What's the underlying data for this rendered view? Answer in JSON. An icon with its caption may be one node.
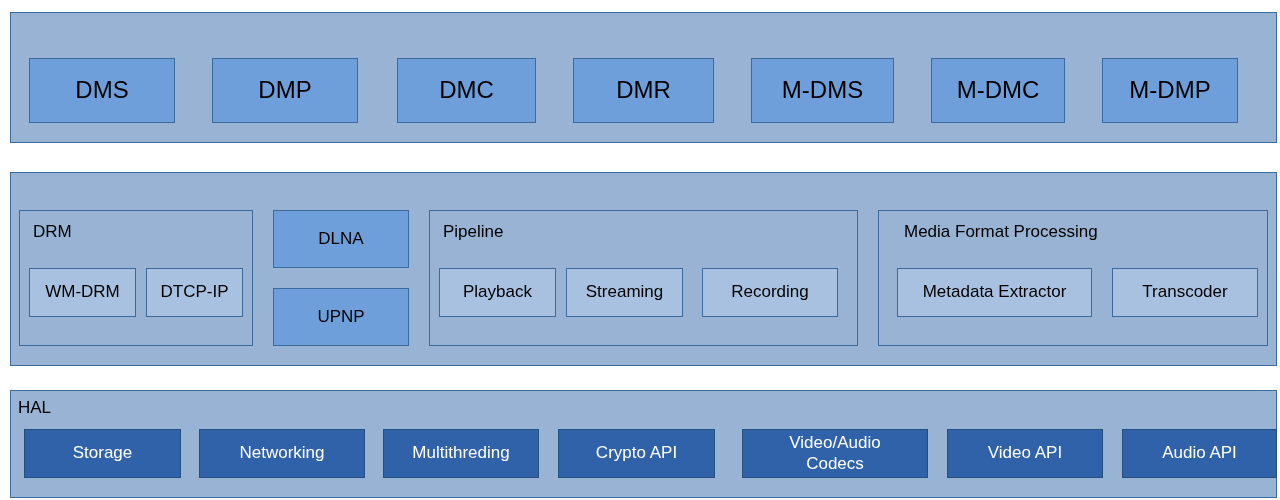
{
  "diagram": {
    "nodes": [
      {
        "text": [],
        "shape": "box"
      },
      {
        "text": [
          "DMS"
        ],
        "in": 0
      },
      {
        "text": [
          "DMP"
        ],
        "in": 0
      },
      {
        "text": [
          "DMC"
        ],
        "in": 0
      },
      {
        "text": [
          "DMR"
        ],
        "in": 0
      },
      {
        "text": [
          "M-DMS"
        ],
        "in": 0
      },
      {
        "text": [
          "M-DMC"
        ],
        "in": 0
      },
      {
        "text": [
          "M-DMP"
        ],
        "in": 0
      },
      {
        "text": [],
        "shape": "box"
      },
      {
        "text": [
          "DRM"
        ],
        "in": 8
      },
      {
        "text": [
          "WM-DRM"
        ],
        "in": 9
      },
      {
        "text": [
          "DTCP-IP"
        ],
        "in": 9
      },
      {
        "text": [
          "DLNA"
        ],
        "in": 8
      },
      {
        "text": [
          "UPNP"
        ],
        "in": 8
      },
      {
        "text": [
          "Pipeline"
        ],
        "in": 8
      },
      {
        "text": [
          "Playback"
        ],
        "in": 14
      },
      {
        "text": [
          "Streaming"
        ],
        "in": 14
      },
      {
        "text": [
          "Recording"
        ],
        "in": 14
      },
      {
        "text": [
          "Media Format Processing"
        ],
        "in": 8
      },
      {
        "text": [
          "Metadata Extractor"
        ],
        "in": 18
      },
      {
        "text": [
          "Transcoder"
        ],
        "in": 18
      },
      {
        "text": [
          "HAL"
        ]
      },
      {
        "text": [
          "Storage"
        ],
        "in": 21
      },
      {
        "text": [
          "Networking"
        ],
        "in": 21
      },
      {
        "text": [
          "Multithreding"
        ],
        "in": 21
      },
      {
        "text": [
          "Crypto API"
        ],
        "in": 21
      },
      {
        "text": [
          "Video/Audio Codecs"
        ],
        "in": 21
      },
      {
        "text": [
          "Video API"
        ],
        "in": 21
      },
      {
        "text": [
          "Audio API"
        ],
        "in": 21
      }
    ]
  }
}
